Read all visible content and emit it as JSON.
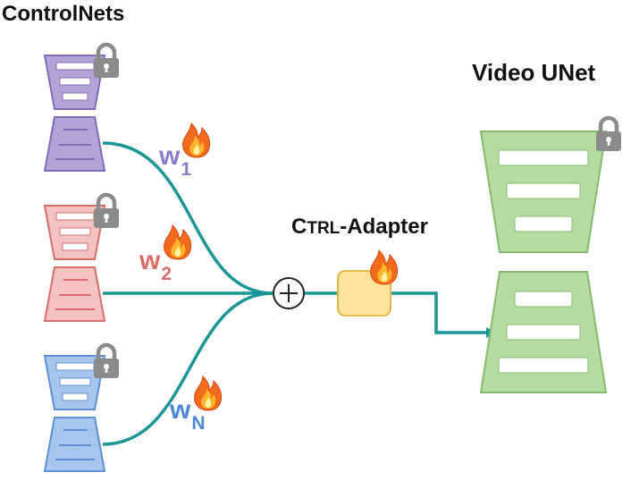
{
  "titles": {
    "controlnets": "ControlNets",
    "video_unet": "Video UNet",
    "adapter_prefix": "C",
    "adapter_smallcaps": "TRL",
    "adapter_suffix": "-Adapter"
  },
  "weights": [
    {
      "base": "w",
      "sub": "1",
      "color": "#8a7cc8"
    },
    {
      "base": "w",
      "sub": "2",
      "color": "#dc6b66"
    },
    {
      "base": "w",
      "sub": "N",
      "color": "#4e86d8"
    }
  ],
  "colors": {
    "purple_fill": "#b3a3d6",
    "purple_stroke": "#8369b9",
    "red_fill": "#f4c2c1",
    "red_stroke": "#d96d6a",
    "blue_fill": "#a6c6ee",
    "blue_stroke": "#5c8fd3",
    "green_fill": "#b5dba0",
    "green_stroke": "#85b96b",
    "adapter_fill": "#fde39b",
    "adapter_stroke": "#e2b74a",
    "connector": "#1b9597",
    "lock": "#8b8b8b"
  },
  "icons": {
    "lock": "lock-icon",
    "flame": "flame-icon",
    "sum": "circled-plus-icon",
    "arrow": "arrow-right-icon"
  }
}
